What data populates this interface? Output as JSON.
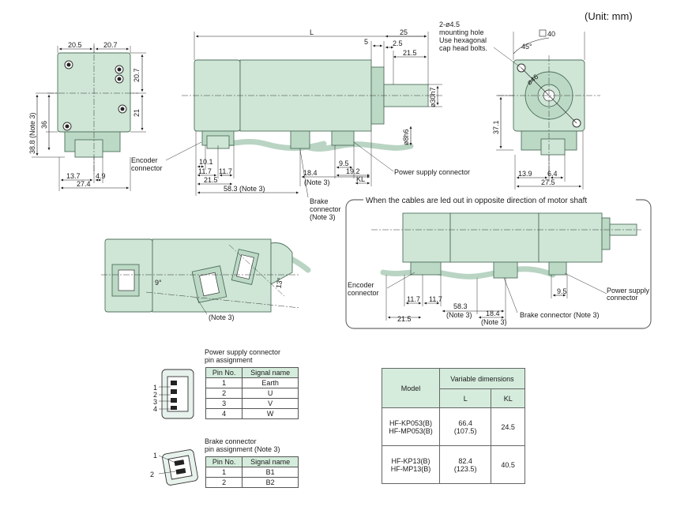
{
  "unit_label": "(Unit: mm)",
  "dims": {
    "d20_5": "20.5",
    "d20_7a": "20.7",
    "d20_7b": "20.7",
    "d21": "21",
    "d36": "36",
    "d38_8": "38.8 (Note 3)",
    "d13_7": "13.7",
    "d4_9": "4.9",
    "d27_4": "27.4",
    "L": "L",
    "d25": "25",
    "d5": "5",
    "d2_5": "2.5",
    "d21_5a": "21.5",
    "phi30h7": "ø30h7",
    "phi8h6": "ø8h6",
    "d10_1": "10.1",
    "d11_7a": "11.7",
    "d11_7b": "11.7",
    "d21_5b": "21.5",
    "d58_3": "58.3 (Note 3)",
    "d18_4": "18.4",
    "note3a": "(Note 3)",
    "d9_5": "9.5",
    "d19_2": "19.2",
    "KL": "KL",
    "sq40": "40",
    "deg45": "45°",
    "phi46": "ø46",
    "d37_1": "37.1",
    "d13_9": "13.9",
    "d6_4": "6.4",
    "d27_5": "27.5",
    "deg9": "9°",
    "deg13": "13°",
    "note3b": "(Note 3)",
    "alt_11_7a": "11.7",
    "alt_11_7b": "11.7",
    "alt_58_3": "58.3",
    "alt_21_5": "21.5",
    "alt_note3": "(Note 3)",
    "alt_18_4": "18.4",
    "alt_note3b": "(Note 3)",
    "alt_9_5": "9.5"
  },
  "callouts": {
    "mounting_1": "2-ø4.5",
    "mounting_2": "mounting hole",
    "mounting_3": "Use hexagonal",
    "mounting_4": "cap head bolts.",
    "encoder_1": "Encoder",
    "encoder_2": "connector",
    "power": "Power supply connector",
    "brake_1": "Brake",
    "brake_2": "connector",
    "brake_3": "(Note 3)",
    "alt_title": "When the cables are led out in opposite direction of motor shaft",
    "alt_encoder_1": "Encoder",
    "alt_encoder_2": "connector",
    "alt_brake": "Brake connector (Note 3)",
    "alt_power_1": "Power supply",
    "alt_power_2": "connector"
  },
  "power_pins": {
    "title_1": "Power supply connector",
    "title_2": "pin assignment",
    "headers": [
      "Pin No.",
      "Signal name"
    ],
    "rows": [
      [
        "1",
        "Earth"
      ],
      [
        "2",
        "U"
      ],
      [
        "3",
        "V"
      ],
      [
        "4",
        "W"
      ]
    ],
    "markers": [
      "1",
      "2",
      "3",
      "4"
    ]
  },
  "brake_pins": {
    "title_1": "Brake connector",
    "title_2": "pin assignment (Note 3)",
    "headers": [
      "Pin No.",
      "Signal name"
    ],
    "rows": [
      [
        "1",
        "B1"
      ],
      [
        "2",
        "B2"
      ]
    ],
    "markers": [
      "1",
      "2"
    ]
  },
  "variable_table": {
    "model_header": "Model",
    "group_header": "Variable dimensions",
    "col_L": "L",
    "col_KL": "KL",
    "rows": [
      {
        "model_1": "HF-KP053(B)",
        "model_2": "HF-MP053(B)",
        "L_1": "66.4",
        "L_2": "(107.5)",
        "KL": "24.5"
      },
      {
        "model_1": "HF-KP13(B)",
        "model_2": "HF-MP13(B)",
        "L_1": "82.4",
        "L_2": "(123.5)",
        "KL": "40.5"
      }
    ]
  },
  "colors": {
    "body": "#cfe6d6",
    "outline": "#4f6f5c",
    "header_fill": "#d5ecdc"
  }
}
